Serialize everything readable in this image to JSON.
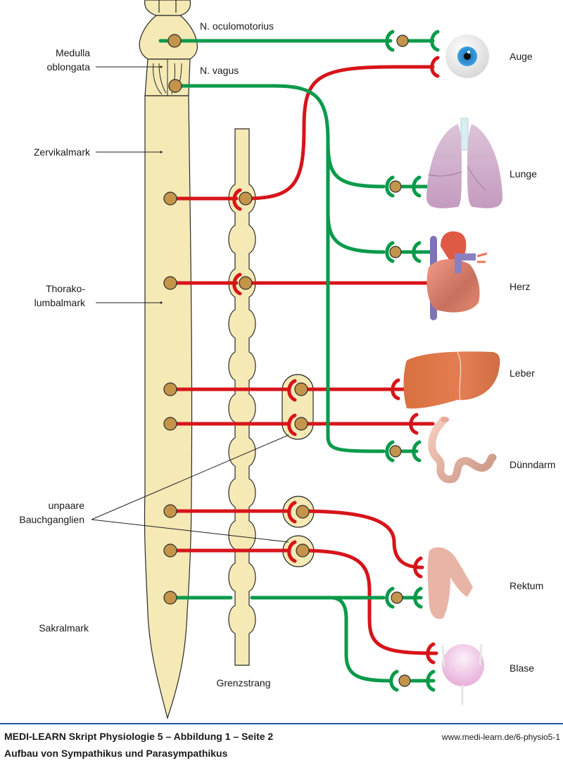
{
  "labels": {
    "medulla_line1": "Medulla",
    "medulla_line2": "oblongata",
    "zervikalmark": "Zervikalmark",
    "thorako_line1": "Thorako-",
    "thorako_line2": "lumbalmark",
    "unpaare_line1": "unpaare",
    "unpaare_line2": "Bauchganglien",
    "sakralmark": "Sakralmark",
    "grenzstrang": "Grenzstrang",
    "n_oculomotorius": "N. oculomotorius",
    "n_vagus": "N. vagus"
  },
  "organs": [
    {
      "id": "auge",
      "label": "Auge"
    },
    {
      "id": "lunge",
      "label": "Lunge"
    },
    {
      "id": "herz",
      "label": "Herz"
    },
    {
      "id": "leber",
      "label": "Leber"
    },
    {
      "id": "duenndarm",
      "label": "Dünndarm"
    },
    {
      "id": "rektum",
      "label": "Rektum"
    },
    {
      "id": "blase",
      "label": "Blase"
    }
  ],
  "colors": {
    "sympathikus": "#d7141a",
    "parasympathikus": "#0a9a4a",
    "nerve_tissue": "#f5e9b5",
    "nucleus": "#c4944a",
    "footer_rule": "#1f5aa8"
  },
  "footer": {
    "title": "MEDI-LEARN Skript Physiologie 5 – Abbildung 1 – Seite 2",
    "url": "www.medi-learn.de/6-physio5-1",
    "subtitle": "Aufbau von Sympathikus und Parasympathikus"
  }
}
